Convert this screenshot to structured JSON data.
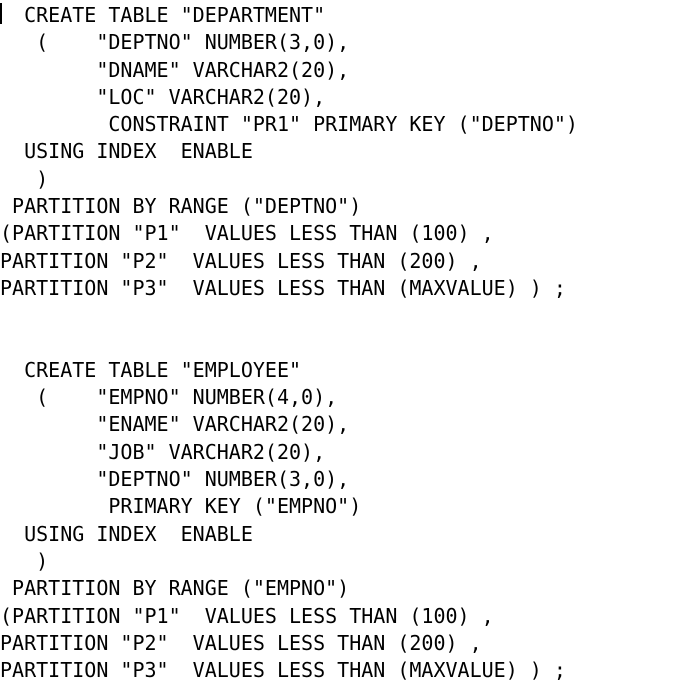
{
  "app": {
    "background_color": "#ffffff",
    "text_color": "#000000",
    "caret_color": "#000000"
  },
  "code": {
    "language": "sql",
    "blank_lines_between_blocks": 2,
    "blocks": [
      {
        "name": "create-table-department",
        "lines": [
          "  CREATE TABLE \"DEPARTMENT\"",
          "   (    \"DEPTNO\" NUMBER(3,0),",
          "        \"DNAME\" VARCHAR2(20),",
          "        \"LOC\" VARCHAR2(20),",
          "         CONSTRAINT \"PR1\" PRIMARY KEY (\"DEPTNO\")",
          "  USING INDEX  ENABLE",
          "   )",
          " PARTITION BY RANGE (\"DEPTNO\")",
          "(PARTITION \"P1\"  VALUES LESS THAN (100) ,",
          "PARTITION \"P2\"  VALUES LESS THAN (200) ,",
          "PARTITION \"P3\"  VALUES LESS THAN (MAXVALUE) ) ;"
        ]
      },
      {
        "name": "create-table-employee",
        "lines": [
          "  CREATE TABLE \"EMPLOYEE\"",
          "   (    \"EMPNO\" NUMBER(4,0),",
          "        \"ENAME\" VARCHAR2(20),",
          "        \"JOB\" VARCHAR2(20),",
          "        \"DEPTNO\" NUMBER(3,0),",
          "         PRIMARY KEY (\"EMPNO\")",
          "  USING INDEX  ENABLE",
          "   )",
          " PARTITION BY RANGE (\"EMPNO\")",
          "(PARTITION \"P1\"  VALUES LESS THAN (100) ,",
          "PARTITION \"P2\"  VALUES LESS THAN (200) ,",
          "PARTITION \"P3\"  VALUES LESS THAN (MAXVALUE) ) ;"
        ]
      }
    ]
  }
}
